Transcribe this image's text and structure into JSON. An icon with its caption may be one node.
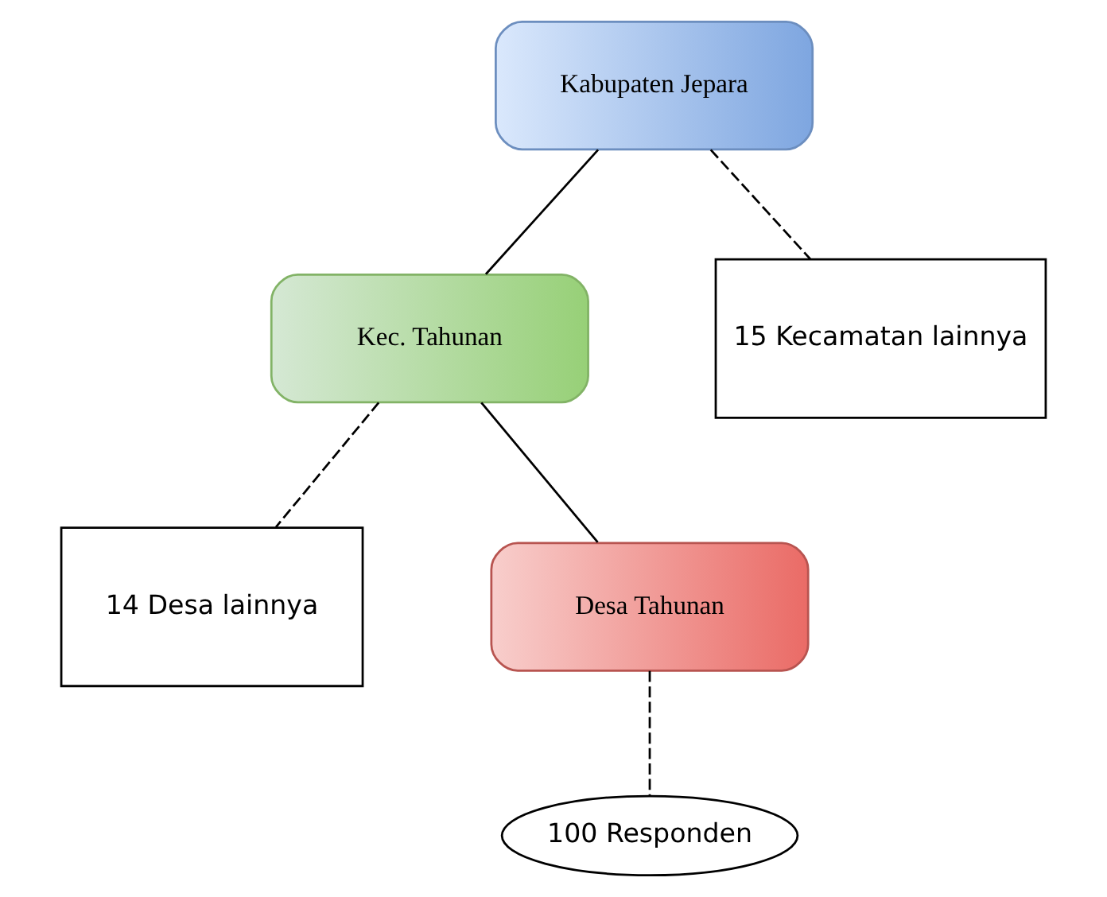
{
  "diagram": {
    "nodes": [
      {
        "text": [
          "Kabupaten Jepara"
        ]
      },
      {
        "text": [
          "Kec. Tahunan"
        ]
      },
      {
        "text": [
          "15 Kecamatan lainnya"
        ]
      },
      {
        "text": [
          "14 Desa lainnya"
        ]
      },
      {
        "text": [
          "Desa Tahunan"
        ]
      },
      {
        "text": [
          "100 Responden"
        ]
      }
    ],
    "edges": [
      {
        "from": 0,
        "to": 1,
        "arrow": "none"
      },
      {
        "from": 0,
        "to": 2,
        "arrow": "none",
        "style": "dashed"
      },
      {
        "from": 1,
        "to": 3,
        "arrow": "none",
        "style": "dashed"
      },
      {
        "from": 1,
        "to": 4,
        "arrow": "none"
      },
      {
        "from": 4,
        "to": 5,
        "arrow": "none",
        "style": "dashed"
      }
    ]
  }
}
